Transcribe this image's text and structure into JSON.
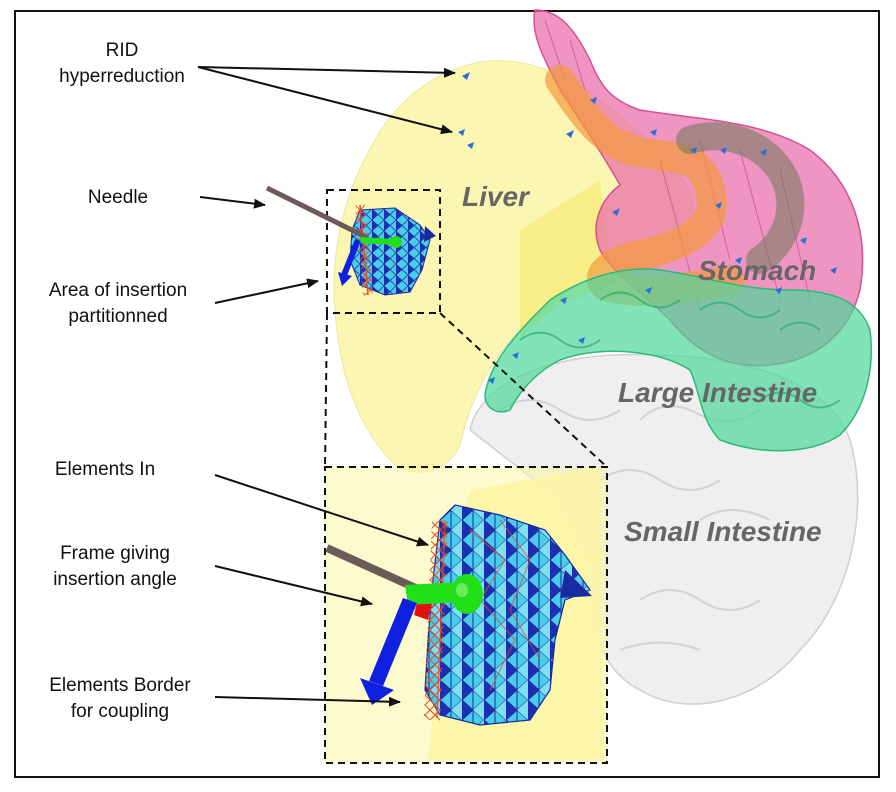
{
  "annotations": {
    "rid": "RID\nhyperreduction",
    "needle": "Needle",
    "area": "Area of insertion\npartitionned",
    "elements_in": "Elements In",
    "frame": "Frame giving\ninsertion angle",
    "border": "Elements Border\nfor coupling"
  },
  "organs": {
    "liver": "Liver",
    "stomach": "Stomach",
    "large_intestine": "Large Intestine",
    "small_intestine": "Small Intestine"
  },
  "colors": {
    "liver": "#fbf5a6",
    "stomach": "#e868a8",
    "large_intestine": "#4fd79a",
    "small_intestine": "#e8e8e8",
    "mesh_fill": "#3fc5e6",
    "mesh_dark": "#1a2a9a",
    "needle": "#6b5a58",
    "frame_green": "#22e018",
    "frame_blue": "#1020e0",
    "frame_red": "#e01010",
    "rid_marker": "#2b6fd6"
  }
}
